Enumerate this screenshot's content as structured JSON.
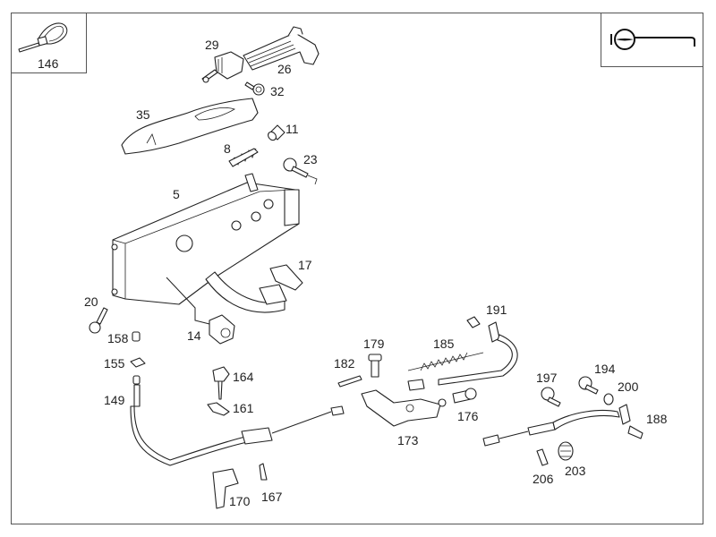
{
  "diagram": {
    "type": "exploded parts diagram",
    "subject": "pedal assembly with cables",
    "colors": {
      "line": "#222222",
      "background": "#ffffff",
      "frame": "#555555"
    },
    "insets": [
      {
        "id": "146",
        "label": "146",
        "icon": "cable-tie-icon"
      },
      {
        "id": "symbol",
        "label": "",
        "icon": "steering-wheel-lhd-symbol-icon"
      }
    ],
    "labels": {
      "p146": "146",
      "p29": "29",
      "p26": "26",
      "p32": "32",
      "p35": "35",
      "p11": "11",
      "p8": "8",
      "p23": "23",
      "p5": "5",
      "p17": "17",
      "p20": "20",
      "p158": "158",
      "p14": "14",
      "p155": "155",
      "p149": "149",
      "p164": "164",
      "p161": "161",
      "p170": "170",
      "p167": "167",
      "p179": "179",
      "p182": "182",
      "p185": "185",
      "p191": "191",
      "p176": "176",
      "p173": "173",
      "p197": "197",
      "p194": "194",
      "p200": "200",
      "p188": "188",
      "p206": "206",
      "p203": "203"
    }
  }
}
